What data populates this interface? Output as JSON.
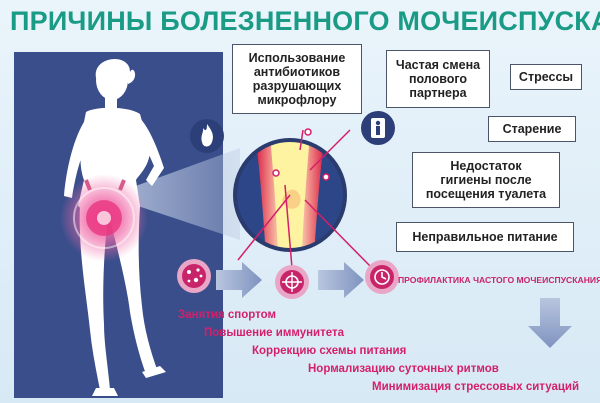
{
  "title": "ПРИЧИНЫ БОЛЕЗНЕННОГО МОЧЕИСПУСКАНИЯ",
  "causes": {
    "antibiotics": "Использование\nантибиотиков\nразрушающих\nмикрофлору",
    "partner": "Частая смена\nполового\nпартнера",
    "stress": "Стрессы",
    "aging": "Старение",
    "hygiene": "Недостаток\nгигиены после\nпосещения туалета",
    "nutrition": "Неправильное питание"
  },
  "prevention": {
    "heading": "ПРОФИЛАКТИКА ЧАСТОГО МОЧЕИСПУСКАНИЯ",
    "items": [
      "Занятия спортом",
      "Повышение иммунитета",
      "Коррекцию схемы питания",
      "Нормализацию суточных ритмов",
      "Минимизация стрессовых ситуаций"
    ]
  },
  "icons": {
    "fire": "fire-icon",
    "restroom": "restroom-icon",
    "bacteria": "bacteria-icon",
    "target": "target-icon",
    "clock": "clock-icon"
  },
  "colors": {
    "title": "#1a9b86",
    "panel": "#3a4e8c",
    "accent": "#d41f6a",
    "arrow": "#8a9bc4"
  }
}
